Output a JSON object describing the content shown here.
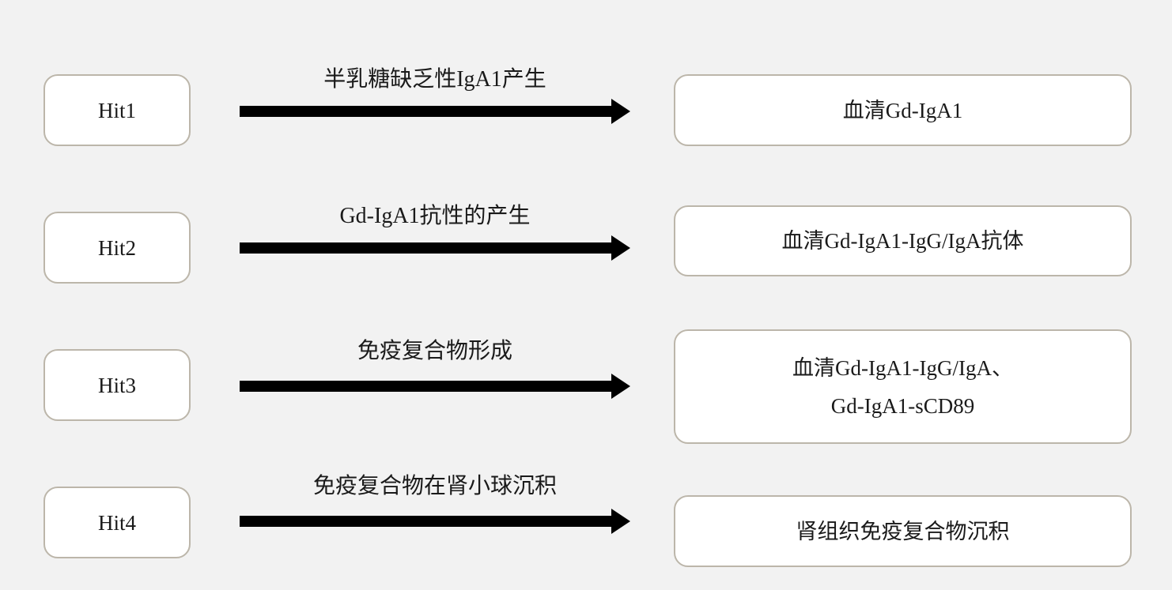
{
  "rows": [
    {
      "hit": "Hit1",
      "process": "半乳糖缺乏性IgA1产生",
      "result": [
        "血清Gd-IgA1"
      ]
    },
    {
      "hit": "Hit2",
      "process": "Gd-IgA1抗性的产生",
      "result": [
        "血清Gd-IgA1-IgG/IgA抗体"
      ]
    },
    {
      "hit": "Hit3",
      "process": "免疫复合物形成",
      "result": [
        "血清Gd-IgA1-IgG/IgA、",
        "Gd-IgA1-sCD89"
      ]
    },
    {
      "hit": "Hit4",
      "process": "免疫复合物在肾小球沉积",
      "result": [
        "肾组织免疫复合物沉积"
      ]
    }
  ]
}
